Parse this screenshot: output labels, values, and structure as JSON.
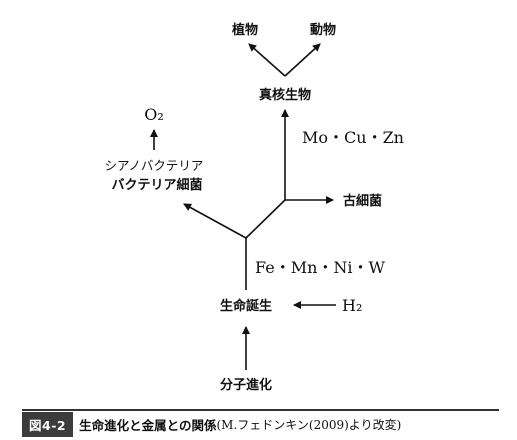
{
  "diagram": {
    "nodes": {
      "plants": "植物",
      "animals": "動物",
      "eukaryotes": "真核生物",
      "o2": "O₂",
      "cyanobacteria": "シアノバクテリア",
      "bacteria": "バクテリア細菌",
      "metals_upper": "Mo・Cu・Zn",
      "archaea": "古細菌",
      "metals_lower": "Fe・Mn・Ni・W",
      "origin_of_life": "生命誕生",
      "h2": "H₂",
      "molecular_evolution": "分子進化"
    }
  },
  "caption": {
    "figure_number": "図4-2",
    "title": "生命進化と金属との関係",
    "source": "(M.フェドンキン(2009)より改変)"
  },
  "colors": {
    "line": "#111111",
    "badge_bg": "#3c3c3c",
    "badge_text": "#ffffff"
  }
}
